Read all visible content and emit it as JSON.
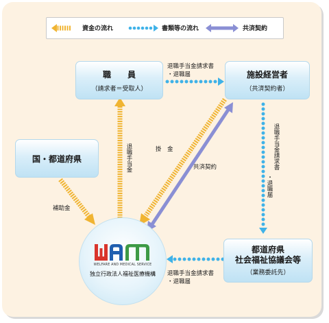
{
  "legend": {
    "funds": "資金の流れ",
    "documents": "書類等の流れ",
    "contract": "共済契約"
  },
  "nodes": {
    "staff": {
      "title": "職　　員",
      "subtitle": "（請求者＝受取人）"
    },
    "operator": {
      "title": "施設経営者",
      "subtitle": "（共済契約者）"
    },
    "government": {
      "title": "国・都道府県"
    },
    "council": {
      "title_line1": "都道府県",
      "title_line2": "社会福祉協議会等",
      "subtitle": "（業務委託先）"
    },
    "wam": {
      "logo": "WAM",
      "tagline": "WELFARE AND MEDICAL SERVICE",
      "name": "独立行政法人福祉医療機構"
    }
  },
  "flows": {
    "staff_to_operator_line1": "退職手当金請求書",
    "staff_to_operator_line2": "・退職届",
    "operator_to_council_line1": "退職手当金請求書",
    "operator_to_council_line2": "・退職届",
    "council_to_wam_line1": "退職手当金請求書",
    "council_to_wam_line2": "・退職届",
    "wam_to_staff": "退職手当金",
    "operator_to_wam": "掛　金",
    "contract": "共済契約",
    "government_to_wam": "補助金"
  },
  "colors": {
    "funds": "#f0b432",
    "documents": "#3fb2e8",
    "contract": "#8a8fd4",
    "wam_red": "#d9342b",
    "wam_blue": "#1f5fb0",
    "wam_green": "#3d9a45"
  }
}
